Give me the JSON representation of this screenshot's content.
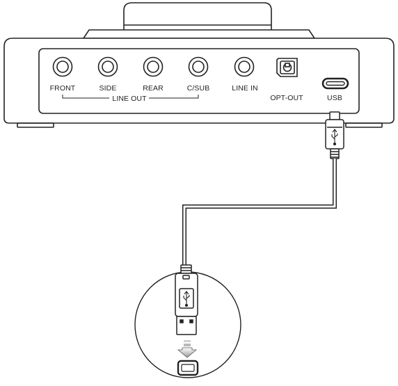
{
  "device": {
    "ports": [
      {
        "id": "front",
        "label": "FRONT",
        "kind": "jack"
      },
      {
        "id": "side",
        "label": "SIDE",
        "kind": "jack"
      },
      {
        "id": "rear",
        "label": "REAR",
        "kind": "jack"
      },
      {
        "id": "csub",
        "label": "C/SUB",
        "kind": "jack"
      },
      {
        "id": "linein",
        "label": "LINE IN",
        "kind": "jack"
      },
      {
        "id": "optout",
        "label": "OPT-OUT",
        "kind": "optical"
      },
      {
        "id": "usb",
        "label": "USB",
        "kind": "usb-c"
      }
    ],
    "group_label": "LINE OUT"
  },
  "icons": {
    "usb_symbol": "usb-icon",
    "insert_arrow": "arrow-down-icon"
  }
}
